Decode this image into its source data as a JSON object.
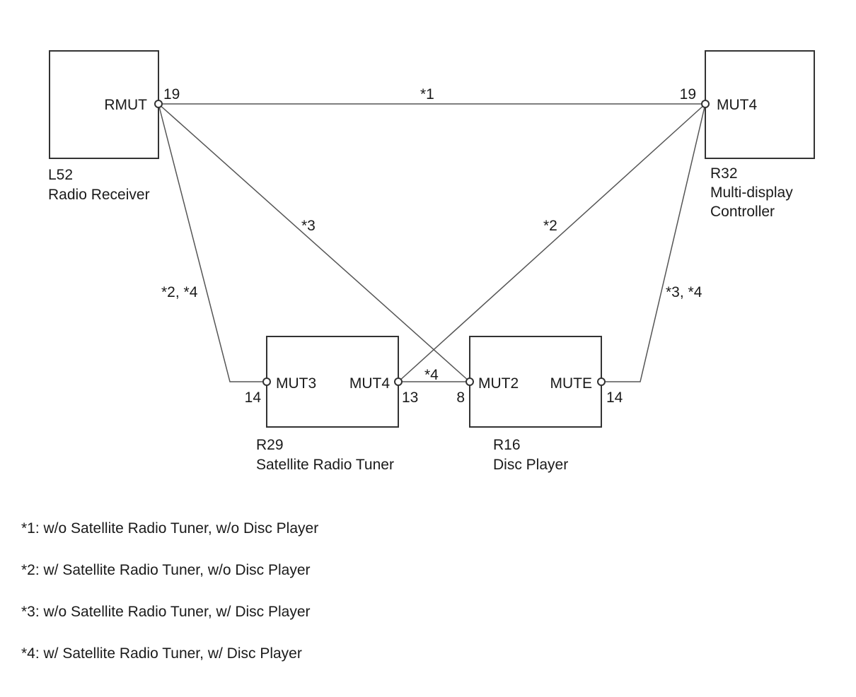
{
  "components": {
    "radio_receiver": {
      "id": "L52",
      "name": "Radio Receiver",
      "terminal": "RMUT",
      "pin": "19"
    },
    "multi_display": {
      "id": "R32",
      "name_line1": "Multi-display",
      "name_line2": "Controller",
      "terminal": "MUT4",
      "pin": "19"
    },
    "sat_tuner": {
      "id": "R29",
      "name": "Satellite Radio Tuner",
      "terminal_left": "MUT3",
      "pin_left": "14",
      "terminal_right": "MUT4",
      "pin_right": "13"
    },
    "disc_player": {
      "id": "R16",
      "name": "Disc Player",
      "terminal_left": "MUT2",
      "pin_left": "8",
      "terminal_right": "MUTE",
      "pin_right": "14"
    }
  },
  "wire_labels": {
    "top": "*1",
    "diag_left": "*3",
    "diag_right": "*2",
    "left_side": "*2, *4",
    "right_side": "*3, *4",
    "bottom": "*4"
  },
  "notes": [
    "*1: w/o Satellite Radio Tuner, w/o Disc Player",
    "*2: w/ Satellite Radio Tuner, w/o Disc Player",
    "*3: w/o Satellite Radio Tuner, w/ Disc Player",
    "*4: w/ Satellite Radio Tuner, w/ Disc Player"
  ]
}
